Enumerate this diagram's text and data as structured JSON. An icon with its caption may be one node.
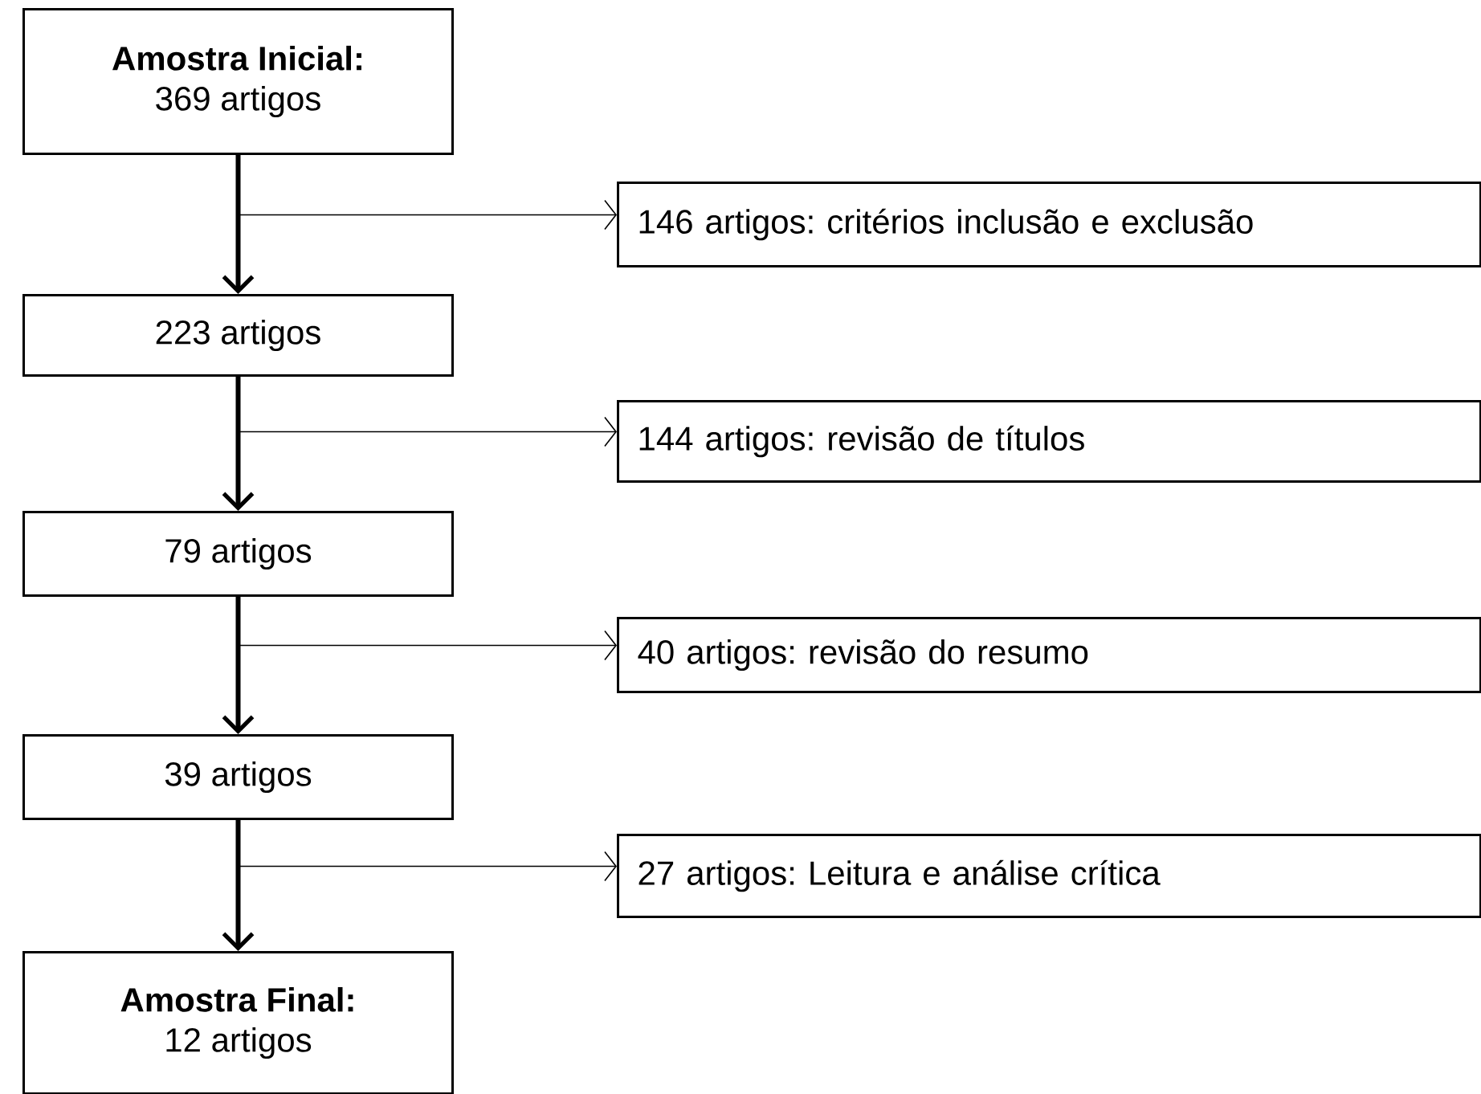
{
  "diagram": {
    "nodes": [
      {
        "text": [
          "Amostra Inicial:",
          "369 artigos"
        ]
      },
      {
        "text": [
          "146 artigos: critérios inclusão e exclusão"
        ]
      },
      {
        "text": [
          "223 artigos"
        ]
      },
      {
        "text": [
          "144 artigos: revisão de títulos"
        ]
      },
      {
        "text": [
          "79 artigos"
        ]
      },
      {
        "text": [
          "40 artigos: revisão do resumo"
        ]
      },
      {
        "text": [
          "39 artigos"
        ]
      },
      {
        "text": [
          "27 artigos: Leitura e análise crítica"
        ]
      },
      {
        "text": [
          "Amostra Final:",
          "12 artigos"
        ]
      }
    ],
    "edges": [
      {
        "from": 0,
        "to": 2,
        "arrow": "to",
        "style": "thick"
      },
      {
        "from": 0,
        "to": 1,
        "arrow": "to"
      },
      {
        "from": 2,
        "to": 4,
        "arrow": "to",
        "style": "thick"
      },
      {
        "from": 2,
        "to": 3,
        "arrow": "to"
      },
      {
        "from": 4,
        "to": 6,
        "arrow": "to",
        "style": "thick"
      },
      {
        "from": 4,
        "to": 5,
        "arrow": "to"
      },
      {
        "from": 6,
        "to": 8,
        "arrow": "to",
        "style": "thick"
      },
      {
        "from": 6,
        "to": 7,
        "arrow": "to"
      }
    ]
  }
}
